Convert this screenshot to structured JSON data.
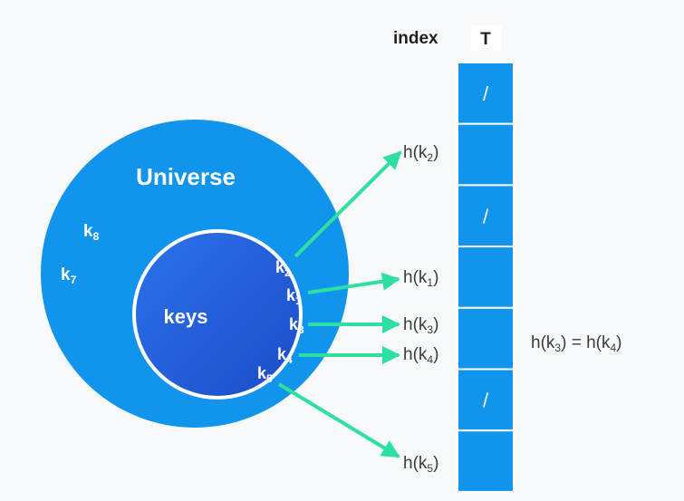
{
  "colors": {
    "universe": "#1194ec",
    "keys_circle_top": "#2a6ee6",
    "keys_circle_bottom": "#1d4fcc",
    "table_cell": "#1194ec",
    "arrow": "#2ee0a0",
    "text_dark": "#333333"
  },
  "header": {
    "index_label": "index",
    "table_label": "T"
  },
  "universe": {
    "label": "Universe",
    "outer_keys": [
      {
        "base": "k",
        "sub": "8"
      },
      {
        "base": "k",
        "sub": "7"
      }
    ]
  },
  "keys_set": {
    "label": "keys",
    "keys": [
      {
        "base": "k",
        "sub": "2"
      },
      {
        "base": "k",
        "sub": "1"
      },
      {
        "base": "k",
        "sub": "3"
      },
      {
        "base": "k",
        "sub": "4"
      },
      {
        "base": "k",
        "sub": "5"
      }
    ]
  },
  "hash_labels": [
    {
      "base": "h(k",
      "sub": "2",
      "close": ")"
    },
    {
      "base": "h(k",
      "sub": "1",
      "close": ")"
    },
    {
      "base": "h(k",
      "sub": "3",
      "close": ")"
    },
    {
      "base": "h(k",
      "sub": "4",
      "close": ")"
    },
    {
      "base": "h(k",
      "sub": "5",
      "close": ")"
    }
  ],
  "table": {
    "cells": [
      "/",
      "",
      "/",
      "",
      "",
      "/",
      ""
    ]
  },
  "collision_note": {
    "left_base": "h(k",
    "left_sub": "3",
    "mid": ") = h(k",
    "right_sub": "4",
    "close": ")"
  }
}
